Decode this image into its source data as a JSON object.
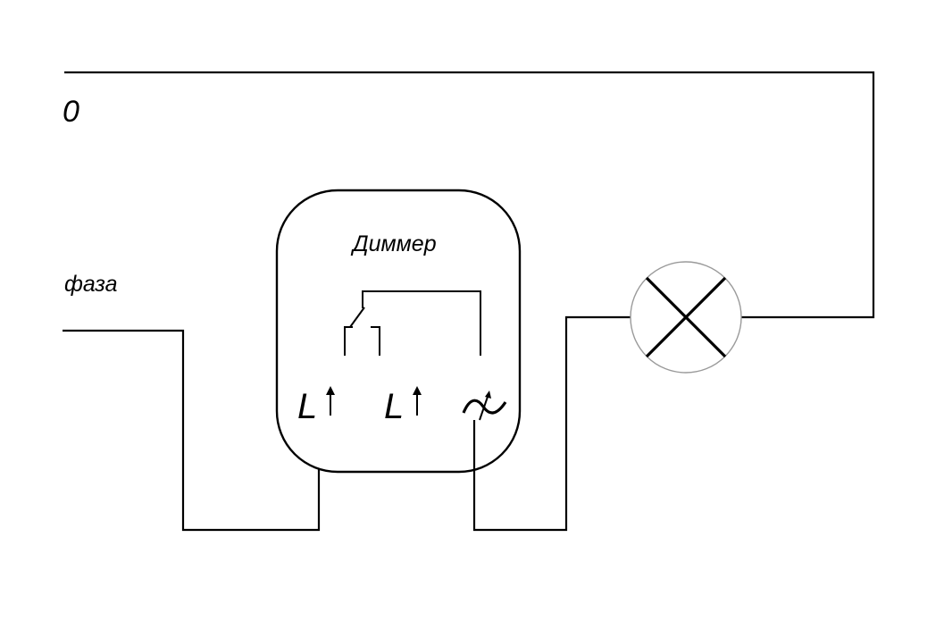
{
  "labels": {
    "neutral": "0",
    "phase": "фаза",
    "dimmer": "Диммер",
    "terminal_1": "L",
    "terminal_2": "L"
  },
  "symbols": [
    "arrow-up-icon",
    "arrow-up-icon",
    "ac-sine-icon",
    "lamp-icon",
    "switch-icon"
  ],
  "colors": {
    "line": "#000000",
    "background": "#ffffff"
  }
}
